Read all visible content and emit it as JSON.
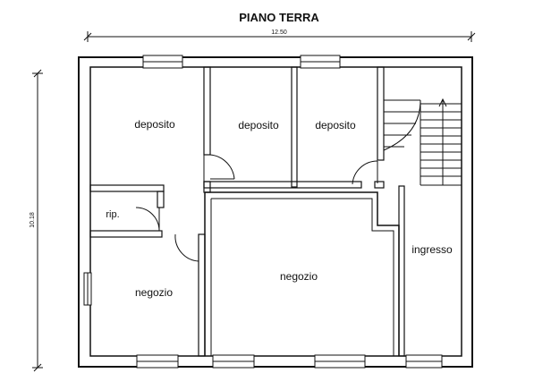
{
  "title": "PIANO TERRA",
  "dimensions": {
    "width": "12.50",
    "height": "10.18"
  },
  "rooms": {
    "deposito_1": "deposito",
    "deposito_2": "deposito",
    "deposito_3": "deposito",
    "rip": "rip.",
    "negozio_left": "negozio",
    "negozio_center": "negozio",
    "ingresso": "ingresso"
  }
}
